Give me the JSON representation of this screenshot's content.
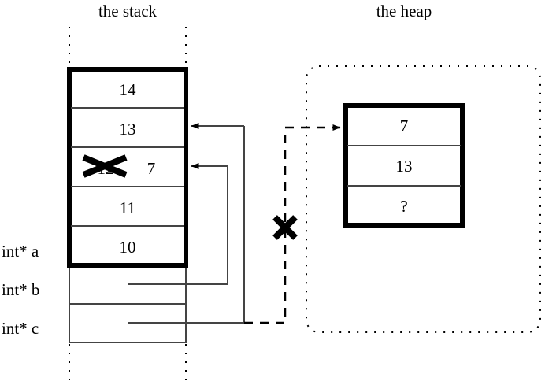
{
  "diagram": {
    "title_stack": "the stack",
    "title_heap": "the heap",
    "colors": {
      "ink": "#000000",
      "background": "#ffffff",
      "thin_line": "#444444"
    }
  },
  "stack": {
    "label": "the stack",
    "frame_cells": [
      {
        "value": "14"
      },
      {
        "value": "13"
      },
      {
        "value": "12",
        "struck": true,
        "new_value": "7"
      },
      {
        "value": "11"
      },
      {
        "value": "10"
      }
    ],
    "variables": [
      {
        "name": "int* a",
        "label": "int* a"
      },
      {
        "name": "int* b",
        "label": "int* b"
      },
      {
        "name": "int* c",
        "label": "int* c"
      }
    ]
  },
  "heap": {
    "label": "the heap",
    "cells": [
      {
        "value": "7"
      },
      {
        "value": "13"
      },
      {
        "value": "?"
      }
    ]
  },
  "annotations": {
    "strikethrough_mark": "x-cross-mark",
    "invalid_pointer_mark": "x-cross-mark"
  },
  "pointers": [
    {
      "from": "int* b",
      "to": "stack-cell-13",
      "style": "solid"
    },
    {
      "from": "int* c",
      "to": "stack-cell-7",
      "style": "solid"
    },
    {
      "from": "int* c",
      "to": "heap-cell-7",
      "style": "dashed",
      "invalidated": true
    }
  ]
}
